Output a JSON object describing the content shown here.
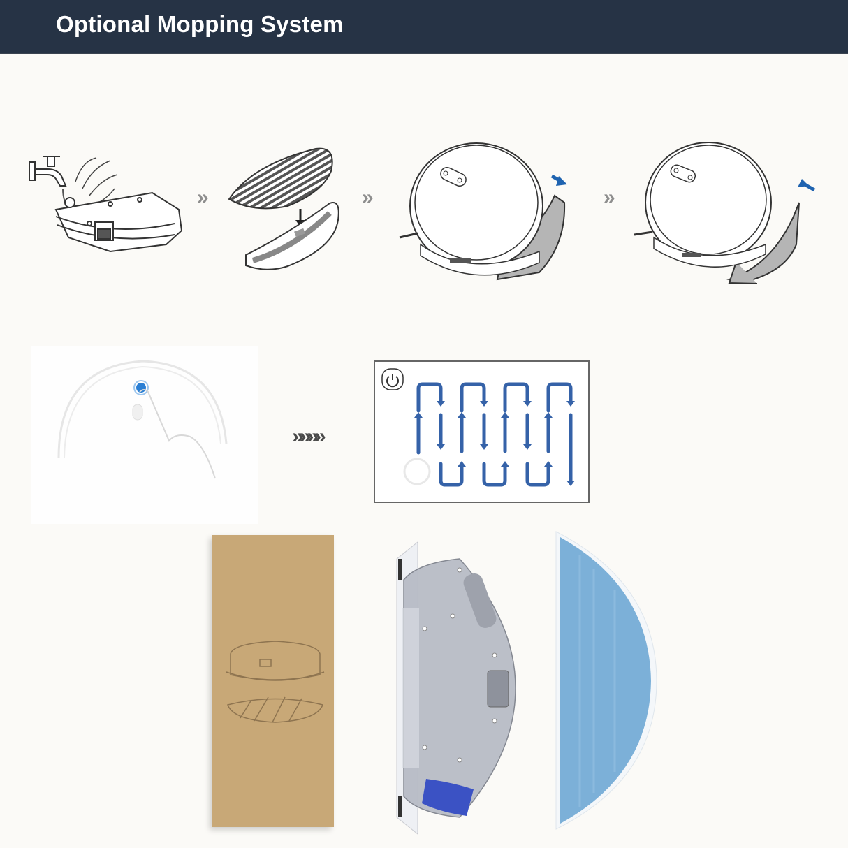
{
  "header": {
    "title": "Optional Mopping System",
    "background": "#263345",
    "text_color": "#ffffff"
  },
  "installation_steps": [
    {
      "name": "fill-water-tank",
      "icon": "faucet-hand-tank-icon"
    },
    {
      "name": "attach-mop-cloth",
      "icon": "mop-pad-down-arrow-icon"
    },
    {
      "name": "remove-tank-from-robot",
      "icon": "robot-tank-slide-out-icon",
      "arrow_color": "#1f63b0"
    },
    {
      "name": "insert-tank-into-robot",
      "icon": "robot-tank-slide-in-icon",
      "arrow_color": "#1f63b0"
    }
  ],
  "step_separator": "»",
  "operation": {
    "press_power": {
      "icon": "finger-press-power-icon",
      "button_color": "#2a7fd4"
    },
    "separator": "»»»»",
    "cleaning_path": {
      "icon": "zigzag-cleaning-path-icon",
      "power_icon": "power-icon",
      "path_color": "#3562a8",
      "columns": 4
    }
  },
  "products": [
    {
      "name": "packaging-box",
      "color": "#c8a877"
    },
    {
      "name": "water-tank",
      "color": "#b8bcc6",
      "accent": "#3b52c4"
    },
    {
      "name": "mop-cloth",
      "color": "#7cb0d8"
    }
  ]
}
